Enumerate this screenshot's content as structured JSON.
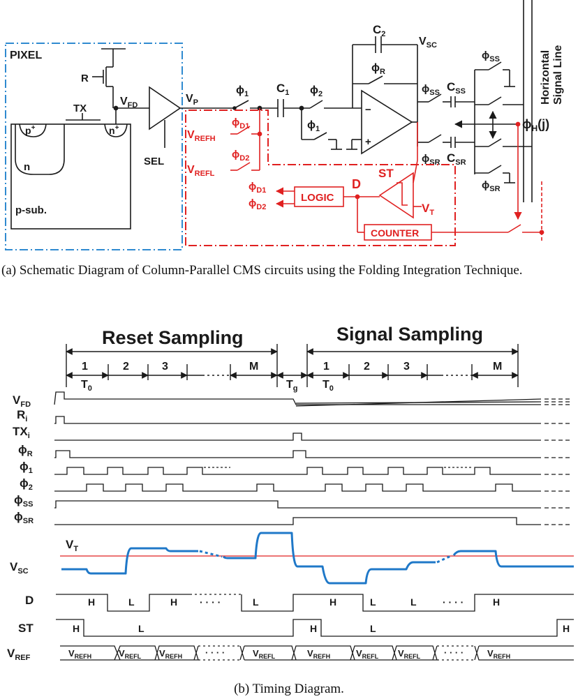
{
  "colors": {
    "black": "#1a1a1a",
    "red": "#e02020",
    "blue": "#2f8ad0",
    "vsc_blue": "#1f78c8"
  },
  "schematic": {
    "pixel": {
      "title": "PIXEL",
      "r": "R",
      "vfd": "V",
      "vfd_sub": "FD",
      "tx": "TX",
      "p_plus": "p",
      "n_plus": "n",
      "n": "n",
      "psub": "p-sub.",
      "sel": "SEL"
    },
    "vp": "V",
    "vp_sub": "P",
    "phi": "ϕ",
    "phi1_sub": "1",
    "phi2_sub": "2",
    "phiR_sub": "R",
    "c1": "C",
    "c1_sub": "1",
    "c2": "C",
    "c2_sub": "2",
    "vsc": "V",
    "vsc_sub": "SC",
    "css": "C",
    "css_sub": "SS",
    "csr": "C",
    "csr_sub": "SR",
    "phiSS_sub": "SS",
    "phiSR_sub": "SR",
    "phiH": "ϕ",
    "phiH_sub": "H",
    "phiH_arg": "(j)",
    "hsl_line1": "Horizontal",
    "hsl_line2": "Signal Line",
    "vrefh": "V",
    "vrefh_sub": "REFH",
    "vrefl": "V",
    "vrefl_sub": "REFL",
    "phiD1_sub": "D1",
    "phiD2_sub": "D2",
    "logic": "LOGIC",
    "counter": "COUNTER",
    "d": "D",
    "st": "ST",
    "vt": "V",
    "vt_sub": "T",
    "minus": "−",
    "plus": "+"
  },
  "caption_a": "(a) Schematic Diagram of Column-Parallel CMS circuits using the Folding Integration Technique.",
  "timing": {
    "reset_title": "Reset Sampling",
    "signal_title": "Signal Sampling",
    "reset_periods": [
      "1",
      "2",
      "3",
      "M"
    ],
    "signal_periods": [
      "1",
      "2",
      "3",
      "M"
    ],
    "t0": "T",
    "t0_sub": "0",
    "tg": "T",
    "tg_sub": "g",
    "dots": "· · · ·",
    "signals": [
      {
        "name": "V",
        "sub": "FD"
      },
      {
        "name": "R",
        "sub": "i"
      },
      {
        "name": "TX",
        "sub": "i"
      },
      {
        "name": "ϕ",
        "sub": "R"
      },
      {
        "name": "ϕ",
        "sub": "1"
      },
      {
        "name": "ϕ",
        "sub": "2"
      },
      {
        "name": "ϕ",
        "sub": "SS"
      },
      {
        "name": "ϕ",
        "sub": "SR"
      }
    ],
    "vsc": {
      "name": "V",
      "sub": "SC"
    },
    "vt": {
      "name": "V",
      "sub": "T"
    },
    "d": {
      "name": "D",
      "levels": [
        "H",
        "L",
        "H",
        "L",
        "H",
        "L",
        "L",
        "H"
      ]
    },
    "st": {
      "name": "ST",
      "levels": [
        "H",
        "L",
        "H",
        "L",
        "H"
      ]
    },
    "vref": {
      "name": "V",
      "sub": "REF",
      "labels": [
        {
          "main": "V",
          "sub": "REFH"
        },
        {
          "main": "V",
          "sub": "REFL"
        },
        {
          "main": "V",
          "sub": "REFH"
        },
        {
          "main": "V",
          "sub": "REFL"
        },
        {
          "main": "V",
          "sub": "REFH"
        },
        {
          "main": "V",
          "sub": "REFL"
        },
        {
          "main": "V",
          "sub": "REFL"
        },
        {
          "main": "V",
          "sub": "REFH"
        }
      ]
    }
  },
  "caption_b": "(b) Timing Diagram."
}
